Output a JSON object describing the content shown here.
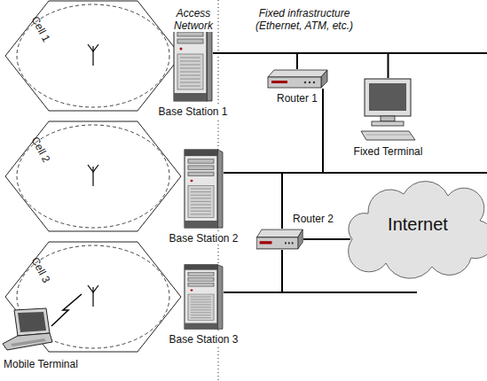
{
  "diagram": {
    "nodes": [
      {
        "text": [
          "Cell 1"
        ]
      },
      {
        "text": [
          "Base Station 1"
        ]
      },
      {
        "text": [
          "Cell 2"
        ]
      },
      {
        "text": [
          "Base Station 2"
        ]
      },
      {
        "text": [
          "Cell 3"
        ]
      },
      {
        "text": [
          "Base Station 3"
        ]
      },
      {
        "text": [
          "Mobile Terminal"
        ]
      },
      {
        "text": [
          "Router 1"
        ]
      },
      {
        "text": [
          "Fixed Terminal"
        ]
      },
      {
        "text": [
          "Router 2"
        ]
      },
      {
        "text": [
          "Internet"
        ]
      }
    ],
    "edges": [
      {
        "from": 1,
        "to": 7,
        "arrow": "none"
      },
      {
        "from": 1,
        "to": 8,
        "arrow": "none"
      },
      {
        "from": 7,
        "to": 3,
        "arrow": "none"
      },
      {
        "from": 3,
        "to": 9,
        "arrow": "none"
      },
      {
        "from": 9,
        "to": 5,
        "arrow": "none"
      },
      {
        "from": 9,
        "to": 10,
        "arrow": "none"
      }
    ],
    "labels": [
      "Access Network",
      "Fixed infrastructure (Ethernet, ATM, etc.)"
    ]
  }
}
